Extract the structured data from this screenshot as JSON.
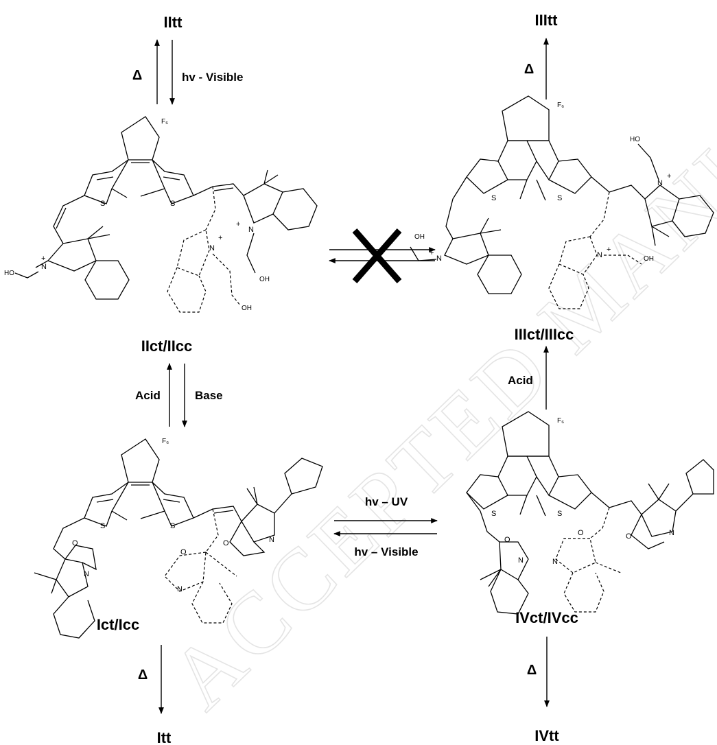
{
  "watermark": "ACCEPTED MANUSCRIPT",
  "compounds": {
    "iitt": "IItt",
    "iiitt": "IIItt",
    "iict_iicc": "IIct/IIcc",
    "iiict_iiicc": "IIIct/IIIcc",
    "ict_icc": "Ict/Icc",
    "ivct_ivcc": "IVct/IVcc",
    "itt": "Itt",
    "ivtt": "IVtt"
  },
  "conditions": {
    "delta": "Δ",
    "hv_visible_top": "hv - Visible",
    "acid_left": "Acid",
    "base_left": "Base",
    "acid_right": "Acid",
    "hv_uv": "hv – UV",
    "hv_visible_bottom": "hv – Visible"
  },
  "atoms": {
    "S": "S",
    "N": "N",
    "O": "O",
    "HO": "HO",
    "OH": "OH",
    "F6": "F₆",
    "plus": "+"
  },
  "blocked_reaction_icon": "cross-icon"
}
